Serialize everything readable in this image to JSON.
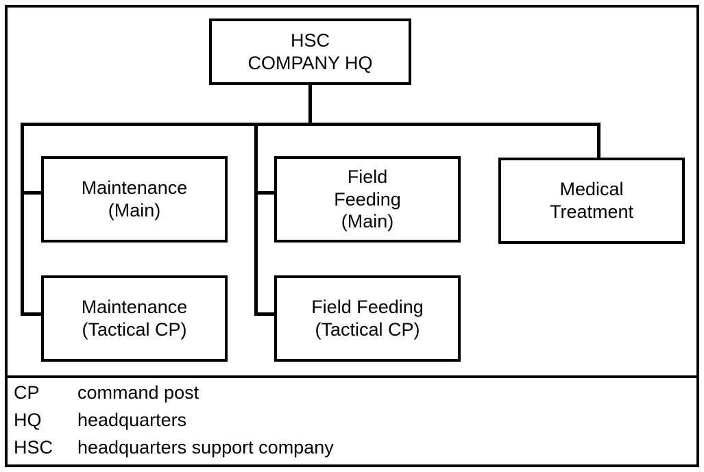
{
  "diagram": {
    "title_box": {
      "name": "hsc-company-hq",
      "lines": [
        "HSC",
        "COMPANY HQ"
      ]
    },
    "nodes": [
      {
        "name": "maintenance-main",
        "lines": [
          "Maintenance",
          "(Main)"
        ]
      },
      {
        "name": "maintenance-tactical-cp",
        "lines": [
          "Maintenance",
          "(Tactical CP)"
        ]
      },
      {
        "name": "field-feeding-main",
        "lines": [
          "Field",
          "Feeding",
          "(Main)"
        ]
      },
      {
        "name": "field-feeding-tactical-cp",
        "lines": [
          "Field Feeding",
          "(Tactical CP)"
        ]
      },
      {
        "name": "medical-treatment",
        "lines": [
          "Medical",
          "Treatment"
        ]
      }
    ]
  },
  "legend": {
    "entries": [
      {
        "abbr": "CP",
        "definition": "command post"
      },
      {
        "abbr": "HQ",
        "definition": "headquarters"
      },
      {
        "abbr": "HSC",
        "definition": "headquarters support company"
      }
    ]
  },
  "colors": {
    "line": "#000000",
    "background": "#ffffff"
  }
}
